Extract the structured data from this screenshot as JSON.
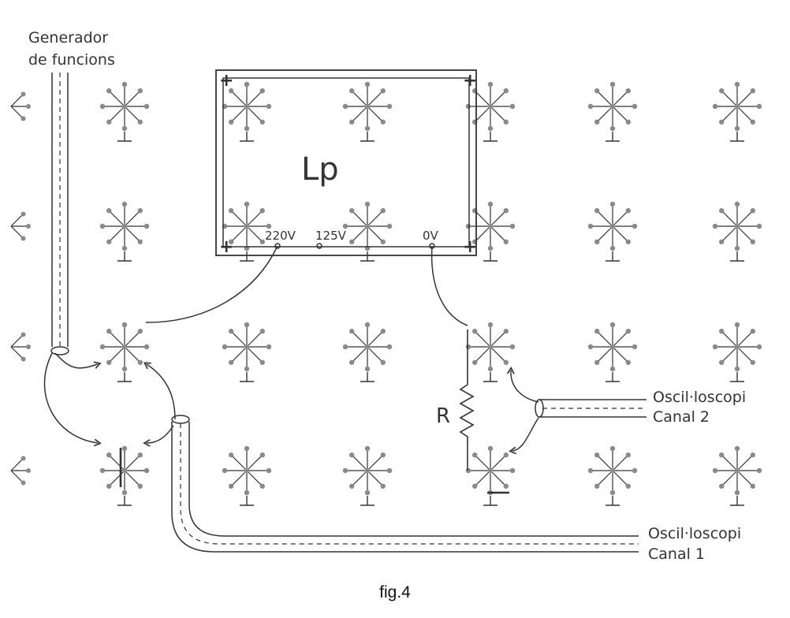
{
  "labels": {
    "generator_line1": "Generador",
    "generator_line2": "de funcions",
    "lp": "Lp",
    "tap_220": "220V",
    "tap_125": "125V",
    "tap_0": "0V",
    "plus": "+",
    "resistor": "R",
    "osc2_line1": "Oscil·loscopi",
    "osc2_line2": "Canal 2",
    "osc1_line1": "Oscil·loscopi",
    "osc1_line2": "Canal 1"
  },
  "caption": "fig.4",
  "colors": {
    "ink": "#333333",
    "dot": "#8a8a8a"
  }
}
